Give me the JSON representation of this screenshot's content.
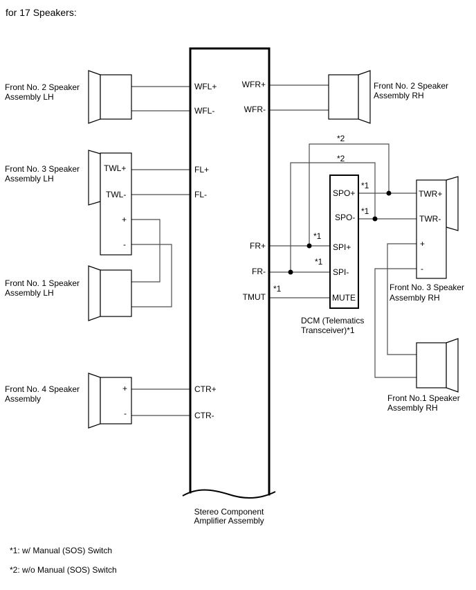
{
  "title": "for 17 Speakers:",
  "amplifier": {
    "label": [
      "Stereo Component",
      "Amplifier Assembly"
    ],
    "pins_left": [
      "WFL+",
      "WFL-",
      "FL+",
      "FL-",
      "CTR+",
      "CTR-"
    ],
    "pins_right": [
      "WFR+",
      "WFR-",
      "FR+",
      "FR-",
      "TMUT"
    ]
  },
  "speakers": {
    "front_no2_lh": {
      "label": [
        "Front No. 2 Speaker",
        "Assembly LH"
      ]
    },
    "front_no3_lh": {
      "label": [
        "Front No. 3 Speaker",
        "Assembly LH"
      ],
      "pins": [
        "TWL+",
        "TWL-",
        "+",
        "-"
      ]
    },
    "front_no1_lh": {
      "label": [
        "Front No. 1 Speaker",
        "Assembly LH"
      ]
    },
    "front_no4": {
      "label": [
        "Front No. 4 Speaker",
        "Assembly"
      ],
      "pins": [
        "+",
        "-"
      ]
    },
    "front_no2_rh": {
      "label": [
        "Front No. 2 Speaker",
        "Assembly RH"
      ]
    },
    "front_no3_rh": {
      "label": [
        "Front No. 3 Speaker",
        "Assembly RH"
      ],
      "pins": [
        "TWR+",
        "TWR-",
        "+",
        "-"
      ]
    },
    "front_no1_rh": {
      "label": [
        "Front No.1 Speaker",
        "Assembly RH"
      ]
    }
  },
  "dcm": {
    "label": [
      "DCM (Telematics",
      "Transceiver)*1"
    ],
    "pins": [
      "SPO+",
      "SPO-",
      "SPI+",
      "SPI-",
      "MUTE"
    ]
  },
  "wire_notes": {
    "bypass_plus": "*2",
    "bypass_minus": "*2",
    "spo_plus": "*1",
    "spo_minus": "*1",
    "spi_plus": "*1",
    "spi_minus": "*1",
    "mute": "*1"
  },
  "footnotes": [
    "*1: w/ Manual (SOS) Switch",
    "*2: w/o Manual (SOS) Switch"
  ]
}
